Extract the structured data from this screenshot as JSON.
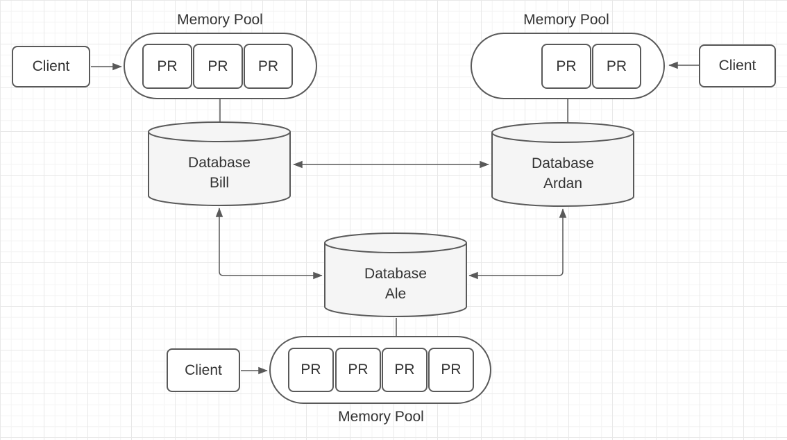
{
  "diagram": {
    "clients": {
      "top_left": "Client",
      "top_right": "Client",
      "bottom": "Client"
    },
    "pools": {
      "top_left": {
        "label": "Memory Pool",
        "slots": [
          "PR",
          "PR",
          "PR"
        ]
      },
      "top_right": {
        "label": "Memory Pool",
        "slots": [
          "PR",
          "PR"
        ]
      },
      "bottom": {
        "label": "Memory Pool",
        "slots": [
          "PR",
          "PR",
          "PR",
          "PR"
        ]
      }
    },
    "databases": {
      "bill": {
        "line1": "Database",
        "line2": "Bill"
      },
      "ardan": {
        "line1": "Database",
        "line2": "Ardan"
      },
      "ale": {
        "line1": "Database",
        "line2": "Ale"
      }
    },
    "edges": [
      {
        "from": "client-top-left",
        "to": "memory-pool-top-left",
        "style": "arrow"
      },
      {
        "from": "memory-pool-top-left",
        "to": "database-bill",
        "style": "line"
      },
      {
        "from": "database-bill",
        "to": "database-ardan",
        "style": "double-arrow"
      },
      {
        "from": "client-top-right",
        "to": "memory-pool-top-right",
        "style": "arrow"
      },
      {
        "from": "memory-pool-top-right",
        "to": "database-ardan",
        "style": "line"
      },
      {
        "from": "database-bill",
        "to": "database-ale",
        "style": "double-arrow"
      },
      {
        "from": "database-ardan",
        "to": "database-ale",
        "style": "double-arrow"
      },
      {
        "from": "database-ale",
        "to": "memory-pool-bottom",
        "style": "line"
      },
      {
        "from": "client-bottom",
        "to": "memory-pool-bottom",
        "style": "arrow"
      }
    ],
    "colors": {
      "stroke": "#595959",
      "text": "#333333",
      "cylinder_fill": "#f5f5f5",
      "node_fill": "#ffffff",
      "grid_minor": "#f4f4f4",
      "grid_major": "#e8e8e8"
    }
  }
}
